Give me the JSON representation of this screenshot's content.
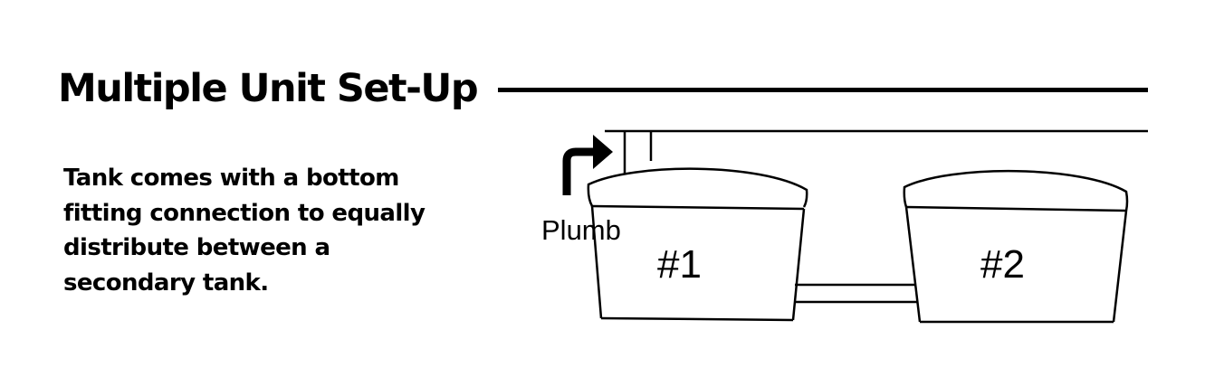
{
  "heading": "Multiple Unit Set-Up",
  "description": [
    "Tank comes with a bottom",
    "fitting connection to equally",
    "distribute between a",
    "secondary tank."
  ],
  "diagram": {
    "plumb_label": "Plumb",
    "tank_1_label": "#1",
    "tank_2_label": "#2"
  },
  "icons": {
    "plumb_arrow": "turn-right-arrow-icon"
  },
  "colors": {
    "ink": "#000000",
    "background": "#ffffff"
  }
}
